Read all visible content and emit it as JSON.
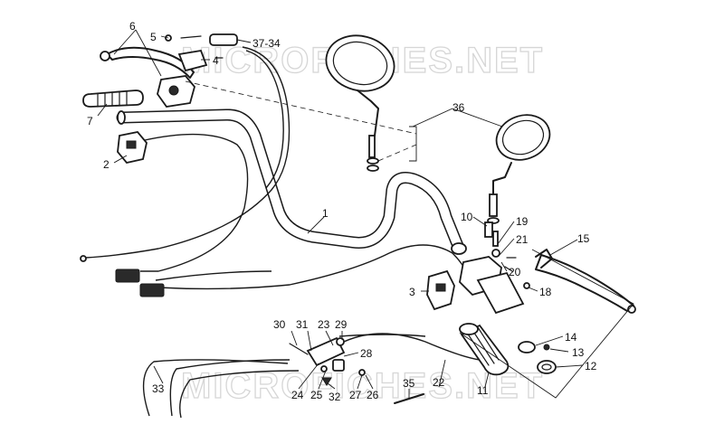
{
  "watermark": "MICROFICHES.NET",
  "labels": [
    {
      "id": "6",
      "text": "6"
    },
    {
      "id": "5",
      "text": "5"
    },
    {
      "id": "37-34",
      "text": "37-34"
    },
    {
      "id": "4",
      "text": "4"
    },
    {
      "id": "7",
      "text": "7"
    },
    {
      "id": "2",
      "text": "2"
    },
    {
      "id": "36",
      "text": "36"
    },
    {
      "id": "1",
      "text": "1"
    },
    {
      "id": "10",
      "text": "10"
    },
    {
      "id": "19",
      "text": "19"
    },
    {
      "id": "15",
      "text": "15"
    },
    {
      "id": "21",
      "text": "21"
    },
    {
      "id": "20",
      "text": "20"
    },
    {
      "id": "18",
      "text": "18"
    },
    {
      "id": "3",
      "text": "3"
    },
    {
      "id": "30",
      "text": "30"
    },
    {
      "id": "31",
      "text": "31"
    },
    {
      "id": "23",
      "text": "23"
    },
    {
      "id": "29",
      "text": "29"
    },
    {
      "id": "28",
      "text": "28"
    },
    {
      "id": "14",
      "text": "14"
    },
    {
      "id": "13",
      "text": "13"
    },
    {
      "id": "12",
      "text": "12"
    },
    {
      "id": "33",
      "text": "33"
    },
    {
      "id": "24",
      "text": "24"
    },
    {
      "id": "25",
      "text": "25"
    },
    {
      "id": "32",
      "text": "32"
    },
    {
      "id": "27",
      "text": "27"
    },
    {
      "id": "26",
      "text": "26"
    },
    {
      "id": "35",
      "text": "35"
    },
    {
      "id": "22",
      "text": "22"
    },
    {
      "id": "11",
      "text": "11"
    }
  ]
}
